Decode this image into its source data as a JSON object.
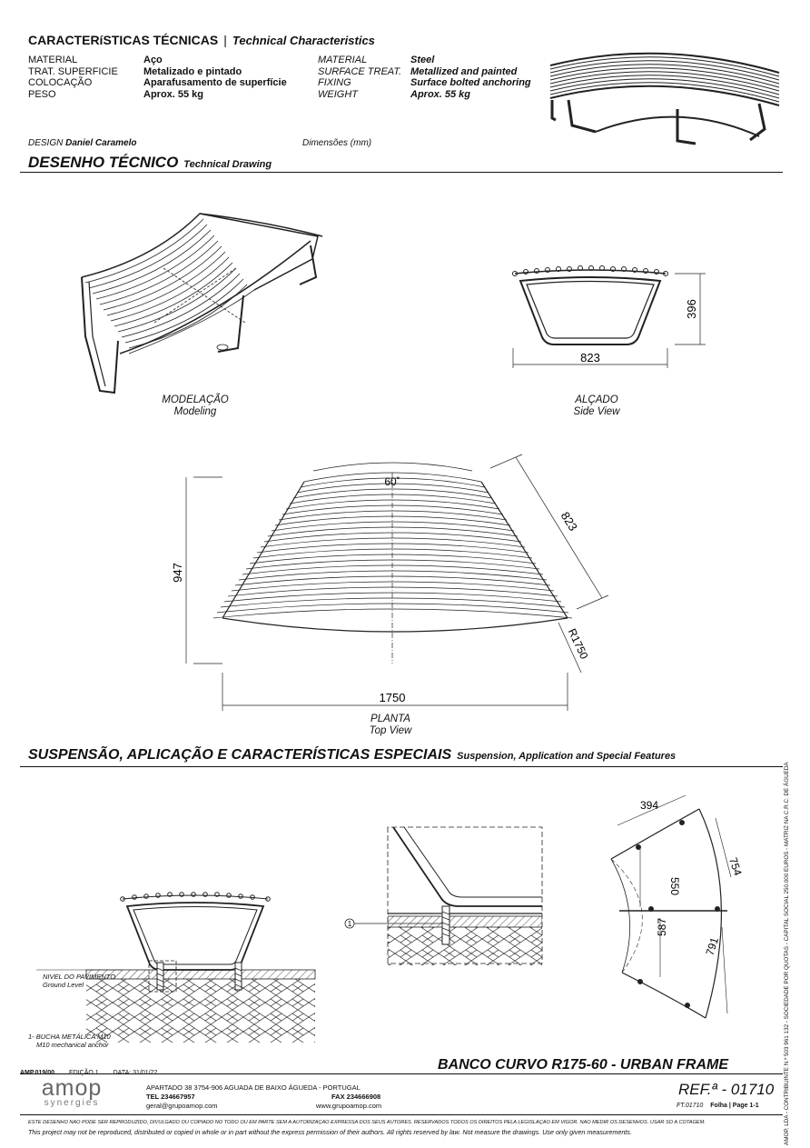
{
  "header": {
    "title_pt": "CARACTERíSTICAS TÉCNICAS",
    "separator": "|",
    "title_en": "Technical Characteristics"
  },
  "specs_pt": {
    "labels": [
      "MATERIAL",
      "TRAT. SUPERFICIE",
      "COLOCAÇÃO",
      "PESO"
    ],
    "values": [
      "Aço",
      "Metalizado e pintado",
      "Aparafusamento de superfície",
      "Aprox. 55 kg"
    ]
  },
  "specs_en": {
    "labels": [
      "MATERIAL",
      "SURFACE TREAT.",
      "FIXING",
      "WEIGHT"
    ],
    "values": [
      "Steel",
      "Metallized and painted",
      "Surface bolted anchoring",
      "Aprox. 55 kg"
    ]
  },
  "design": {
    "label": "DESIGN",
    "name": "Daniel Caramelo"
  },
  "dimensions_note": "Dimensões (mm)",
  "technical_drawing": {
    "title_pt": "DESENHO TÉCNICO",
    "title_en": "Technical Drawing"
  },
  "views": {
    "modeling": {
      "pt": "MODELAÇÃO",
      "en": "Modeling"
    },
    "side": {
      "pt": "ALÇADO",
      "en": "Side View",
      "dim_height": "396",
      "dim_width": "823"
    },
    "top": {
      "pt": "PLANTA",
      "en": "Top View",
      "dim_angle": "60˚",
      "dim_depth": "823",
      "dim_height": "947",
      "dim_radius": "R1750",
      "dim_width": "1750"
    }
  },
  "suspension": {
    "title_pt": "SUSPENSÃO, APLICAÇÃO E CARACTERÍSTICAS ESPECIAIS",
    "title_en": "Suspension, Application and Special Features",
    "ground_pt": "NIVEL DO PAVIMENTO",
    "ground_en": "Ground Level",
    "anchor_pt": "1- BUCHA METÁLICA M10",
    "anchor_en": "M10 mechanical anchor",
    "callout_number": "1",
    "plan_dims": [
      "394",
      "754",
      "550",
      "587",
      "791"
    ]
  },
  "product_title": "BANCO CURVO R175-60 - URBAN FRAME",
  "footer": {
    "doc_code": "AMP.019/00",
    "edition": "EDIÇÃO 1",
    "date": "DATA: 31/01/22",
    "logo_main": "amop",
    "logo_sub": "synergies",
    "address": "APARTADO 38    3754-906  AGUADA DE BAIXO   ÁGUEDA  -  PORTUGAL",
    "tel": "TEL  234667957",
    "fax": "FAX  234666908",
    "email": "geral@grupoamop.com",
    "web": "www.grupoamop.com",
    "ref": "REF.ª - 01710",
    "sheet_code": "FT.01710",
    "sheet_label": "Folha | Page 1-1",
    "disclaimer_pt": "ESTE DESENHO NÃO PODE SER REPRODUZIDO, DIVULGADO OU COPIADO NO TODO OU EM PARTE SEM A AUTORIZAÇÃO EXPRESSA DOS SEUS AUTORES. RESERVADOS TODOS OS DIREITOS PELA LEGISLAÇÃO EM VIGOR. NÃO MEDIR OS DESENHOS. USAR SÓ A COTAGEM.",
    "disclaimer_en": "This project may not be reproduced, distributed or copied in whole or in part without the express permission of their authors. All rights reserved by law. Not measure the drawings. Use only given measurements."
  },
  "side_legal": "AMOP, LDA - CONTRIBUINTE N.º 503 961 132 - SOCIEDADE POR QUOTAS - CAPITAL SOCIAL 250.000 EUROS - MATRIZ NA C.R.C. DE ÁGUEDA",
  "colors": {
    "ink": "#111111",
    "background": "#ffffff"
  }
}
